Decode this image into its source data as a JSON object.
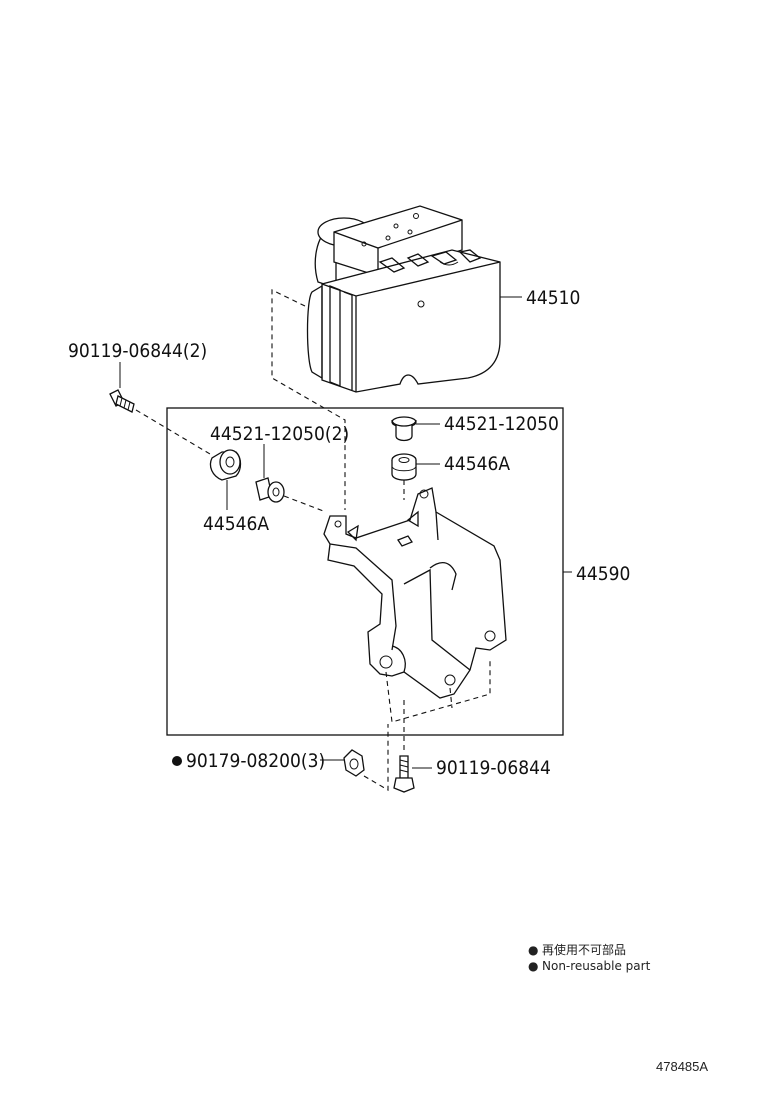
{
  "callouts": {
    "abs_actuator": "44510",
    "bolt_upper_left": "90119-06844(2)",
    "cushion_left_collar": "44521-12050(2)",
    "cushion_left": "44546A",
    "collar_right": "44521-12050",
    "cushion_right": "44546A",
    "bracket_assembly": "44590",
    "nut_lower": "90179-08200(3)",
    "bolt_lower": "90119-06844"
  },
  "legend": {
    "bullet": "●",
    "line_ja": "再使用不可部品",
    "line_en": "Non-reusable part"
  },
  "diagram_code": "478485A",
  "colors": {
    "ink": "#111111",
    "paper": "#ffffff"
  }
}
